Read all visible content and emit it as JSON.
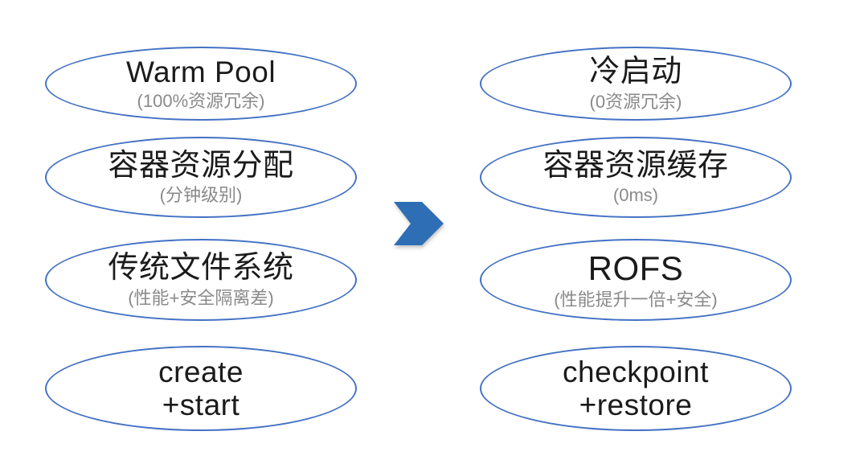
{
  "diagram": {
    "left": {
      "items": [
        {
          "title": "Warm Pool",
          "subtitle": "(100%资源冗余)"
        },
        {
          "title": "容器资源分配",
          "subtitle": "(分钟级别)"
        },
        {
          "title": "传统文件系统",
          "subtitle": "(性能+安全隔离差)"
        },
        {
          "title": "create",
          "title2": "+start"
        }
      ]
    },
    "right": {
      "items": [
        {
          "title": "冷启动",
          "subtitle": "(0资源冗余)"
        },
        {
          "title": "容器资源缓存",
          "subtitle": "(0ms)"
        },
        {
          "title": "ROFS",
          "subtitle": "(性能提升一倍+安全)"
        },
        {
          "title": "checkpoint",
          "title2": "+restore"
        }
      ]
    },
    "arrow": {
      "icon": "chevron-right",
      "fill": "#2E6EB5"
    },
    "colors": {
      "ellipse_stroke": "#4472C4",
      "title": "#1B1B1B",
      "subtitle": "#8A8A8A",
      "background": "#FFFFFF"
    }
  }
}
